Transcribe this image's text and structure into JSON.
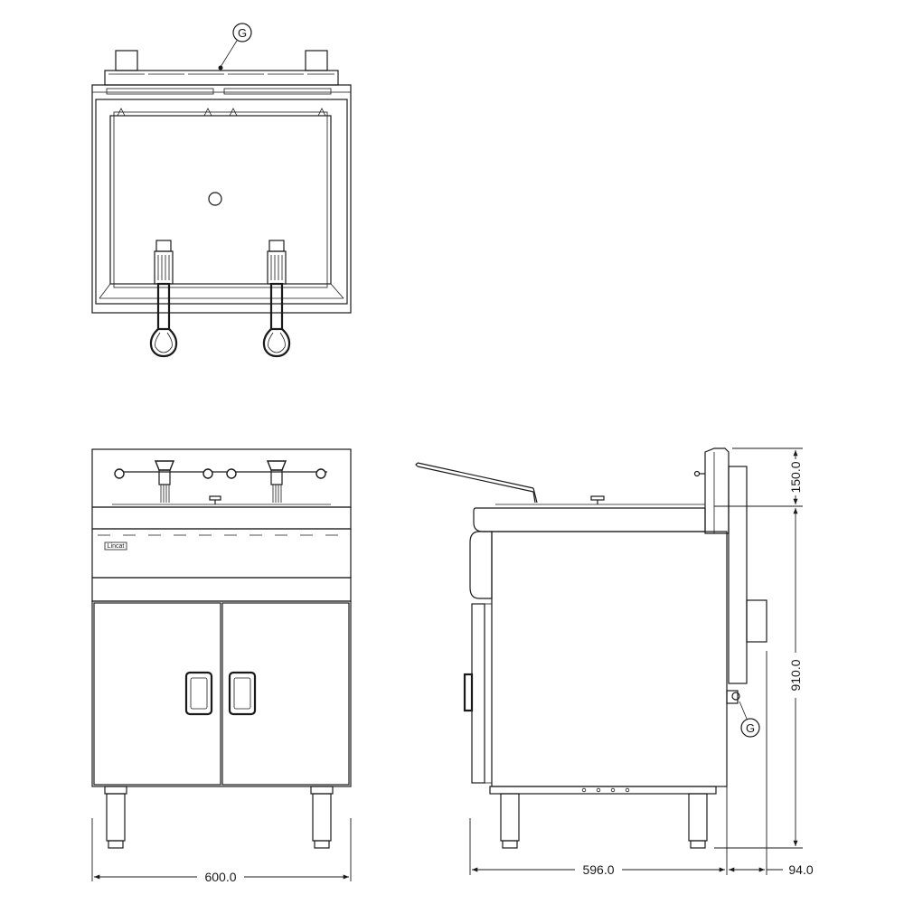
{
  "labels": {
    "gas_connection_top": "G",
    "gas_connection_side": "G",
    "brand": "Lincat"
  },
  "dimensions": {
    "width": "600.0",
    "depth": "596.0",
    "rear_offset": "94.0",
    "height_body": "910.0",
    "height_flue": "150.0"
  }
}
